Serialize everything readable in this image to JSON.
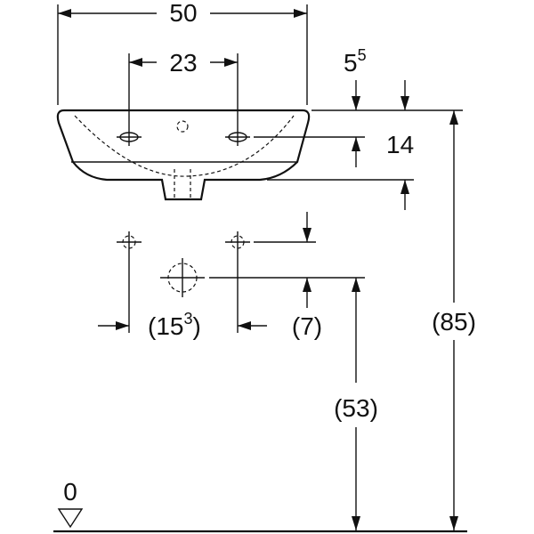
{
  "dimensions": {
    "overall_width": "50",
    "tap_hole_spacing": "23",
    "rim_offset_base": "5",
    "rim_offset_sup": "5",
    "rim_to_tap_holes": "14",
    "waste_spacing_main": "(15",
    "waste_spacing_sup": "3",
    "waste_spacing_close": ")",
    "waste_drop": "(7)",
    "waste_height": "(53)",
    "rim_height": "(85)",
    "floor_level": "0"
  }
}
